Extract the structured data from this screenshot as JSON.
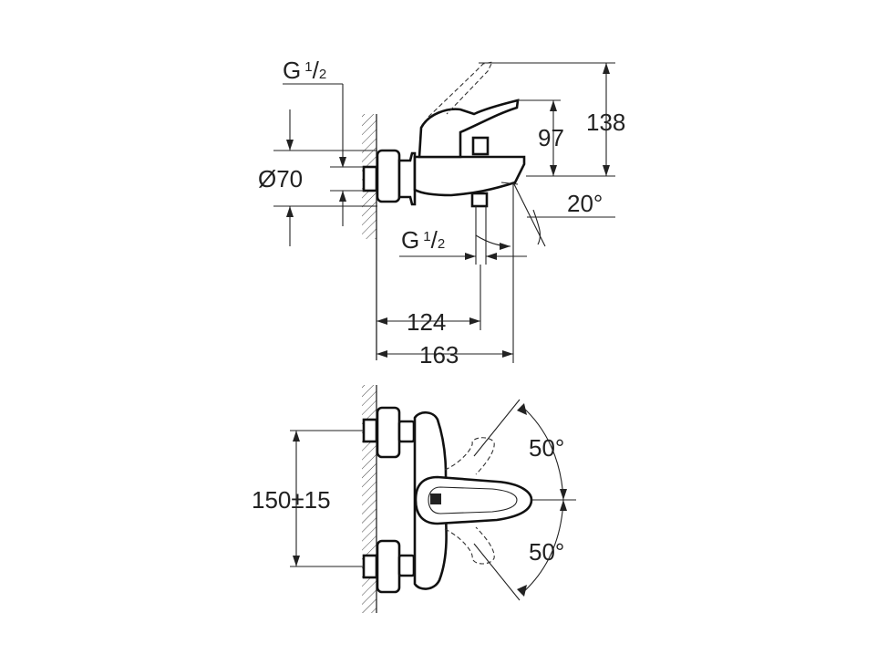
{
  "colors": {
    "line": "#222222",
    "background": "#ffffff"
  },
  "side_view": {
    "thread_top": {
      "base": "G",
      "sup": "1",
      "sub": "2"
    },
    "diameter": "Ø70",
    "height_97": "97",
    "height_138": "138",
    "angle": "20°",
    "thread_bottom": {
      "base": "G",
      "sup": "1",
      "sub": "2"
    },
    "length_124": "124",
    "length_163": "163"
  },
  "front_view": {
    "spacing": "150±15",
    "angle_up": "50°",
    "angle_down": "50°"
  }
}
